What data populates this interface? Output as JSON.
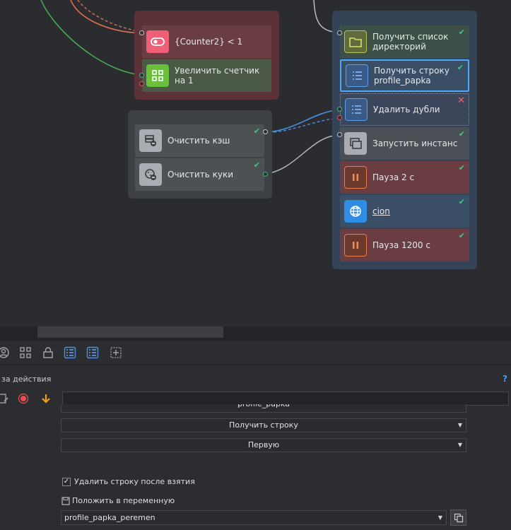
{
  "canvas": {
    "group_red": {
      "nodes": [
        {
          "label": "{Counter2} < 1",
          "icon": "toggle-icon"
        },
        {
          "label": "Увеличить счетчик на 1",
          "icon": "grid-icon"
        }
      ]
    },
    "group_gray": {
      "nodes": [
        {
          "label": "Очистить кэш",
          "icon": "cache-clear-icon"
        },
        {
          "label": "Очистить куки",
          "icon": "cookie-clear-icon"
        }
      ]
    },
    "group_blue": {
      "nodes": [
        {
          "label": "Получить список директорий",
          "icon": "folder-icon"
        },
        {
          "label": "Получить строку profile_papka",
          "icon": "list-icon"
        },
        {
          "label": "Удалить дубли",
          "icon": "list-icon"
        },
        {
          "label": "Запустить инстанс",
          "icon": "windows-icon"
        },
        {
          "label": "Пауза 2 с",
          "icon": "pause-icon"
        },
        {
          "label": "cion",
          "icon": "globe-icon"
        },
        {
          "label": "Пауза 1200 с",
          "icon": "pause-icon"
        }
      ]
    },
    "colors": {
      "accent_blue": "#4aa8ff",
      "success_green": "#3fc98b",
      "error_red": "#ff5a5f",
      "wire_orange": "#e0714e",
      "wire_green": "#4caf50",
      "wire_blue": "#4a90e2"
    }
  },
  "properties": {
    "header": "за действия",
    "help": "?",
    "partial_value": "profile_papka",
    "select_action": "Получить строку",
    "select_which": "Первую",
    "checkbox_label": "Удалить строку после взятия",
    "checkbox_checked": "✓",
    "var_label": "Положить в переменную",
    "var_value": "profile_papka_peremen"
  }
}
